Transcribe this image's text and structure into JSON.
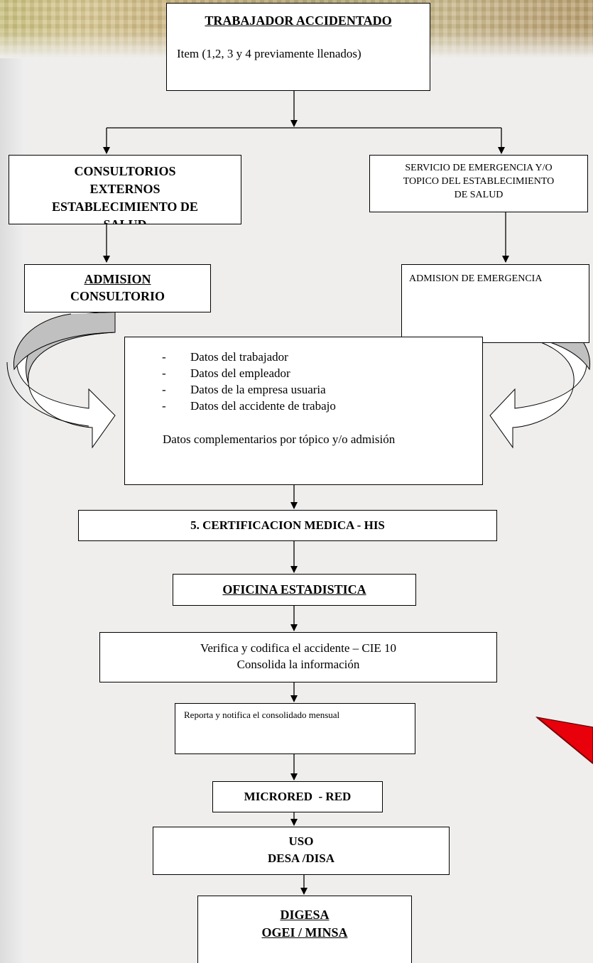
{
  "top": {
    "title": "TRABAJADOR ACCIDENTADO",
    "subtitle": "Item (1,2, 3 y 4 previamente llenados)"
  },
  "left_branch": {
    "box_line1": "CONSULTORIOS",
    "box_line2": "EXTERNOS",
    "box_line3": "ESTABLECIMIENTO DE",
    "box_line4": "SALUD",
    "admision_line1": "ADMISION",
    "admision_line2": "CONSULTORIO"
  },
  "right_branch": {
    "box_line1": "SERVICIO DE EMERGENCIA Y/O",
    "box_line2": "TOPICO DEL ESTABLECIMIENTO",
    "box_line3": "DE SALUD",
    "admision": "ADMISION DE EMERGENCIA"
  },
  "center_data": {
    "items": [
      "Datos del trabajador",
      "Datos del empleador",
      "Datos de la empresa usuaria",
      "Datos del accidente de trabajo"
    ],
    "bullet": "-",
    "footer": "Datos complementarios por tópico y/o admisión"
  },
  "flow": {
    "certificacion": "5. CERTIFICACION MEDICA - HIS",
    "oficina": "OFICINA ESTADISTICA",
    "verifica_line1": "Verifica y codifica el accidente – CIE 10",
    "verifica_line2": "Consolida la información",
    "reporta": "Reporta y notifica el consolidado mensual",
    "microred": "MICRORED  - RED",
    "uso_line1": "USO",
    "uso_line2": "DESA /DISA",
    "digesa_line1": "DIGESA",
    "digesa_line2": "OGEI / MINSA"
  },
  "colors": {
    "red_shape": "#e8000b",
    "arc_fill": "#c0c0c0"
  }
}
